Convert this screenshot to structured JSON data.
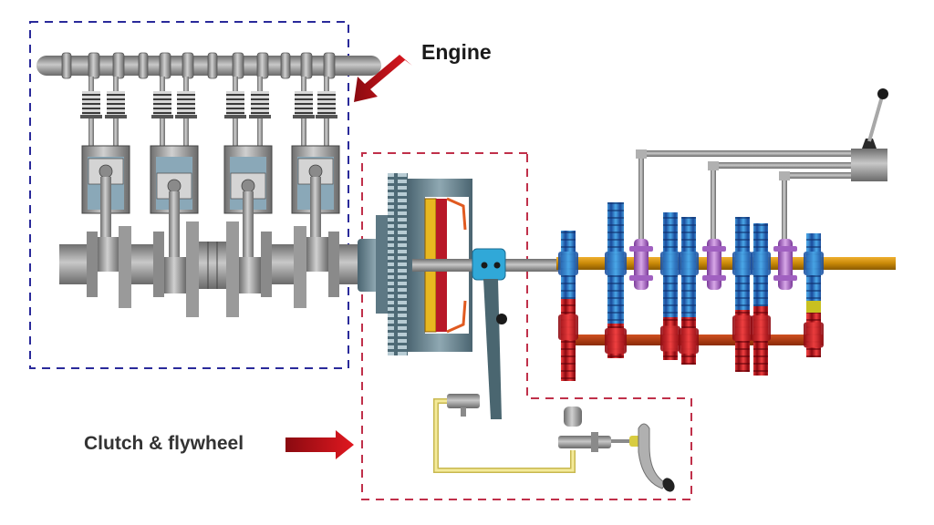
{
  "title": "Manual transmission drivetrain diagram",
  "labels": {
    "engine": "Engine",
    "clutch": "Clutch & flywheel"
  },
  "regions": [
    {
      "name": "engine",
      "outline": "dashed",
      "color": "#2a2a9a"
    },
    {
      "name": "clutch-flywheel",
      "outline": "dashed",
      "color": "#c0304a"
    }
  ],
  "components": {
    "engine": {
      "cylinders": 4,
      "valves_per_cylinder": 2,
      "parts": [
        "camshaft",
        "valve springs",
        "pistons",
        "connecting rods",
        "crankshaft"
      ]
    },
    "clutch": {
      "parts": [
        "flywheel",
        "clutch disc",
        "pressure plate",
        "release bearing",
        "release fork",
        "slave cylinder",
        "hydraulic line",
        "master cylinder",
        "clutch pedal"
      ]
    },
    "gearbox": {
      "parts": [
        "input shaft",
        "main shaft",
        "countershaft",
        "gears",
        "synchronizers",
        "shift rods",
        "gear lever"
      ],
      "shift_rods": 3,
      "synchronizers": 3
    }
  },
  "colors": {
    "arrow": "#c8141c",
    "engine_box": "#2a2a9a",
    "clutch_box": "#c0304a",
    "main_gears": "#2f7fc9",
    "counter_gears": "#d0202a",
    "synchro": "#a060c0",
    "main_shaft": "#d8960a",
    "counter_shaft": "#b83a10",
    "hydraulic_line": "#e8d870",
    "metal": "#8c8c8c"
  }
}
